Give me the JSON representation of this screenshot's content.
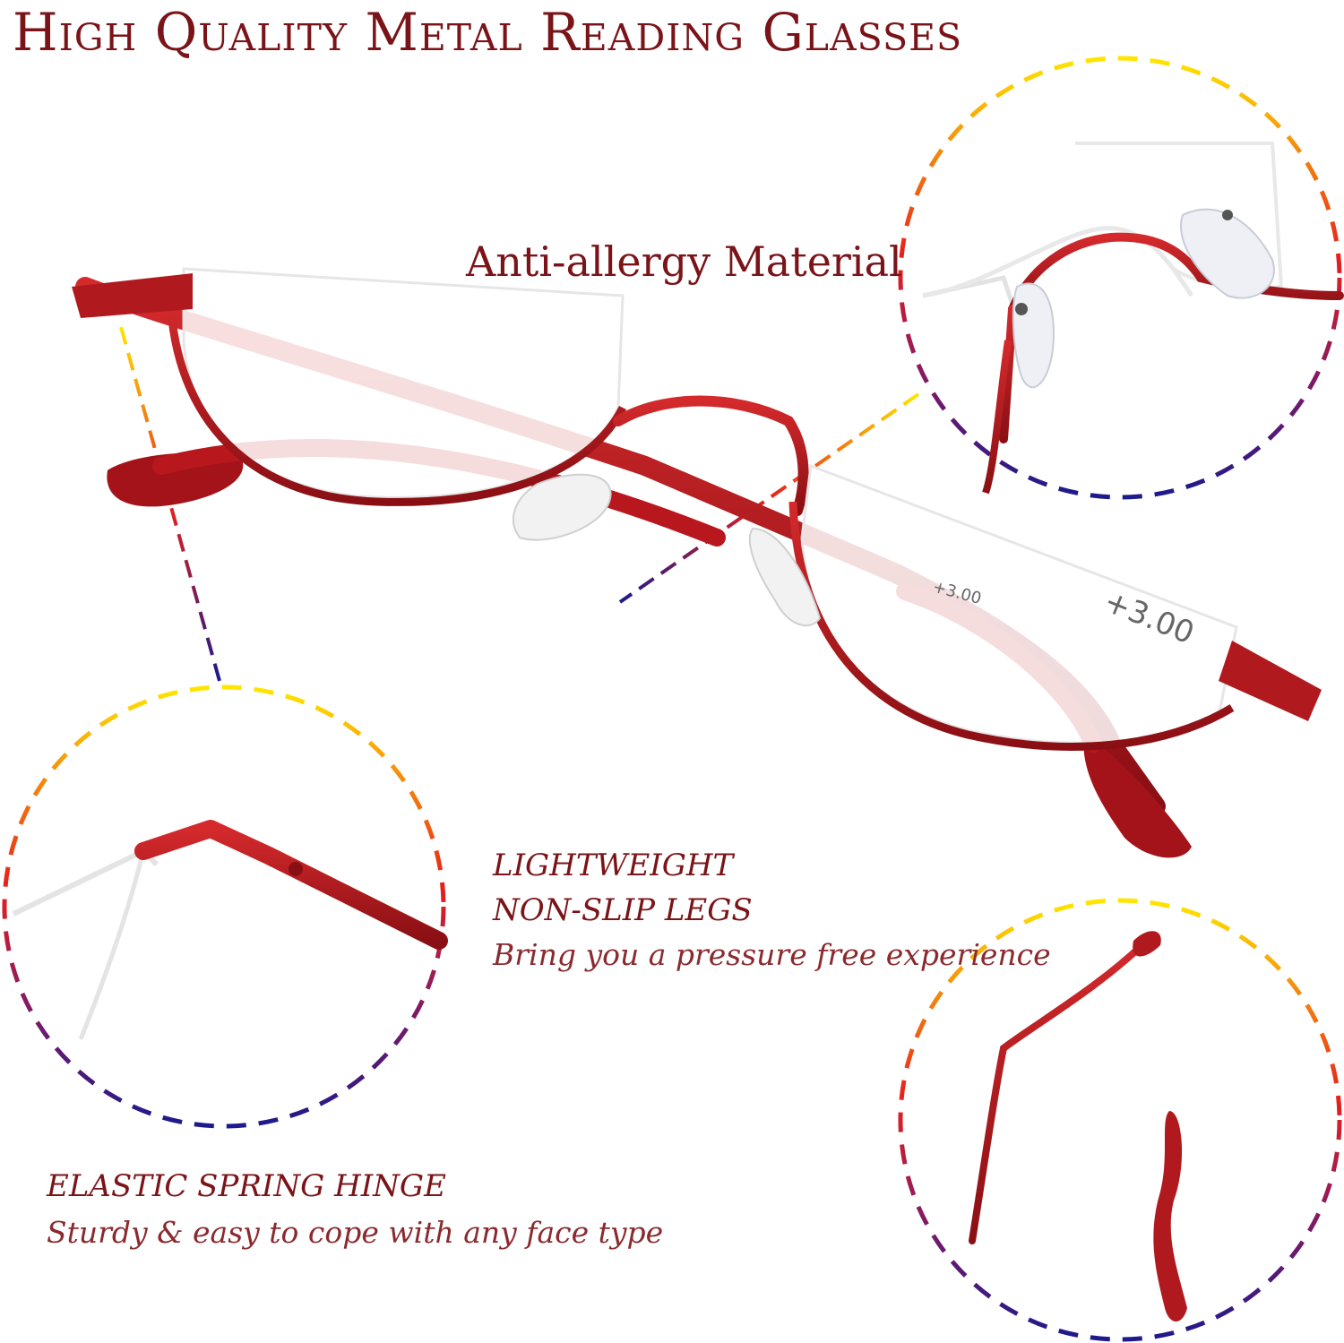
{
  "title": "High Quality Metal Reading Glasses",
  "features": {
    "anti_allergy": "Anti-allergy Material",
    "legs_line1": "LIGHTWEIGHT",
    "legs_line2": "NON-SLIP LEGS",
    "legs_subtitle": "Bring you a pressure free experience",
    "hinge_title": "ELASTIC SPRING HINGE",
    "hinge_subtitle": "Sturdy & easy to cope with any face type"
  },
  "lens_marks": {
    "right_lens": "+3.00",
    "left_lens": "+3.00"
  },
  "colors": {
    "text": "#7a1418",
    "frame": "#b01a1f",
    "gradient_start": "#ffe600",
    "gradient_mid": "#e8201c",
    "gradient_end": "#1c1a8c"
  }
}
